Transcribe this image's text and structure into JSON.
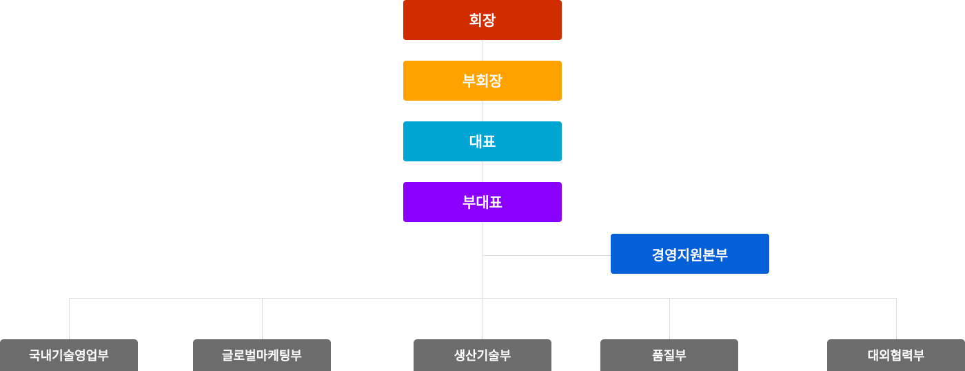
{
  "executives": [
    {
      "label": "회장",
      "color": "#d12b00"
    },
    {
      "label": "부회장",
      "color": "#ffa200"
    },
    {
      "label": "대표",
      "color": "#01a5d3"
    },
    {
      "label": "부대표",
      "color": "#8a00ff"
    }
  ],
  "management": {
    "label": "경영지원본부",
    "color": "#0460d9"
  },
  "departments": [
    {
      "label": "국내기술영업부"
    },
    {
      "label": "글로벌마케팅부"
    },
    {
      "label": "생산기술부"
    },
    {
      "label": "품질부"
    },
    {
      "label": "대외협력부"
    }
  ],
  "department_color": "#6c6c6c",
  "line_color": "#dcdcdc"
}
